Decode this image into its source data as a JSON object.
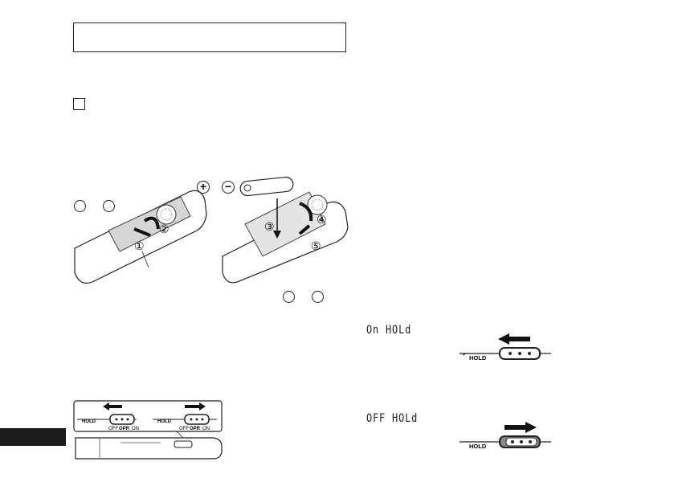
{
  "battery_signs": {
    "plus": "+",
    "minus": "−"
  },
  "steps": [
    "①",
    "②",
    "③",
    "④",
    "⑤"
  ],
  "hold_panel": {
    "switch_label": "HOLD",
    "off_label": "OFF",
    "opr_label": "OPR",
    "on_label": "ON"
  },
  "hold_on": {
    "display": "On HOLd",
    "switch_label": "HOLD"
  },
  "hold_off": {
    "display": "OFF HOLd",
    "switch_label": "HOLD"
  }
}
